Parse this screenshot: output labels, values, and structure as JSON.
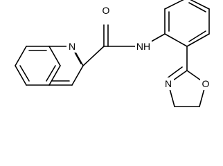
{
  "molecule": {
    "atom_labels": {
      "carbonyl_oxygen": "O",
      "quinoline_nitrogen": "N",
      "amide_nitrogen": "NH",
      "oxazoline_nitrogen": "N",
      "oxazoline_oxygen": "O"
    }
  },
  "colors": {
    "bond": "#000000",
    "label": "#000000",
    "background": "#ffffff"
  }
}
